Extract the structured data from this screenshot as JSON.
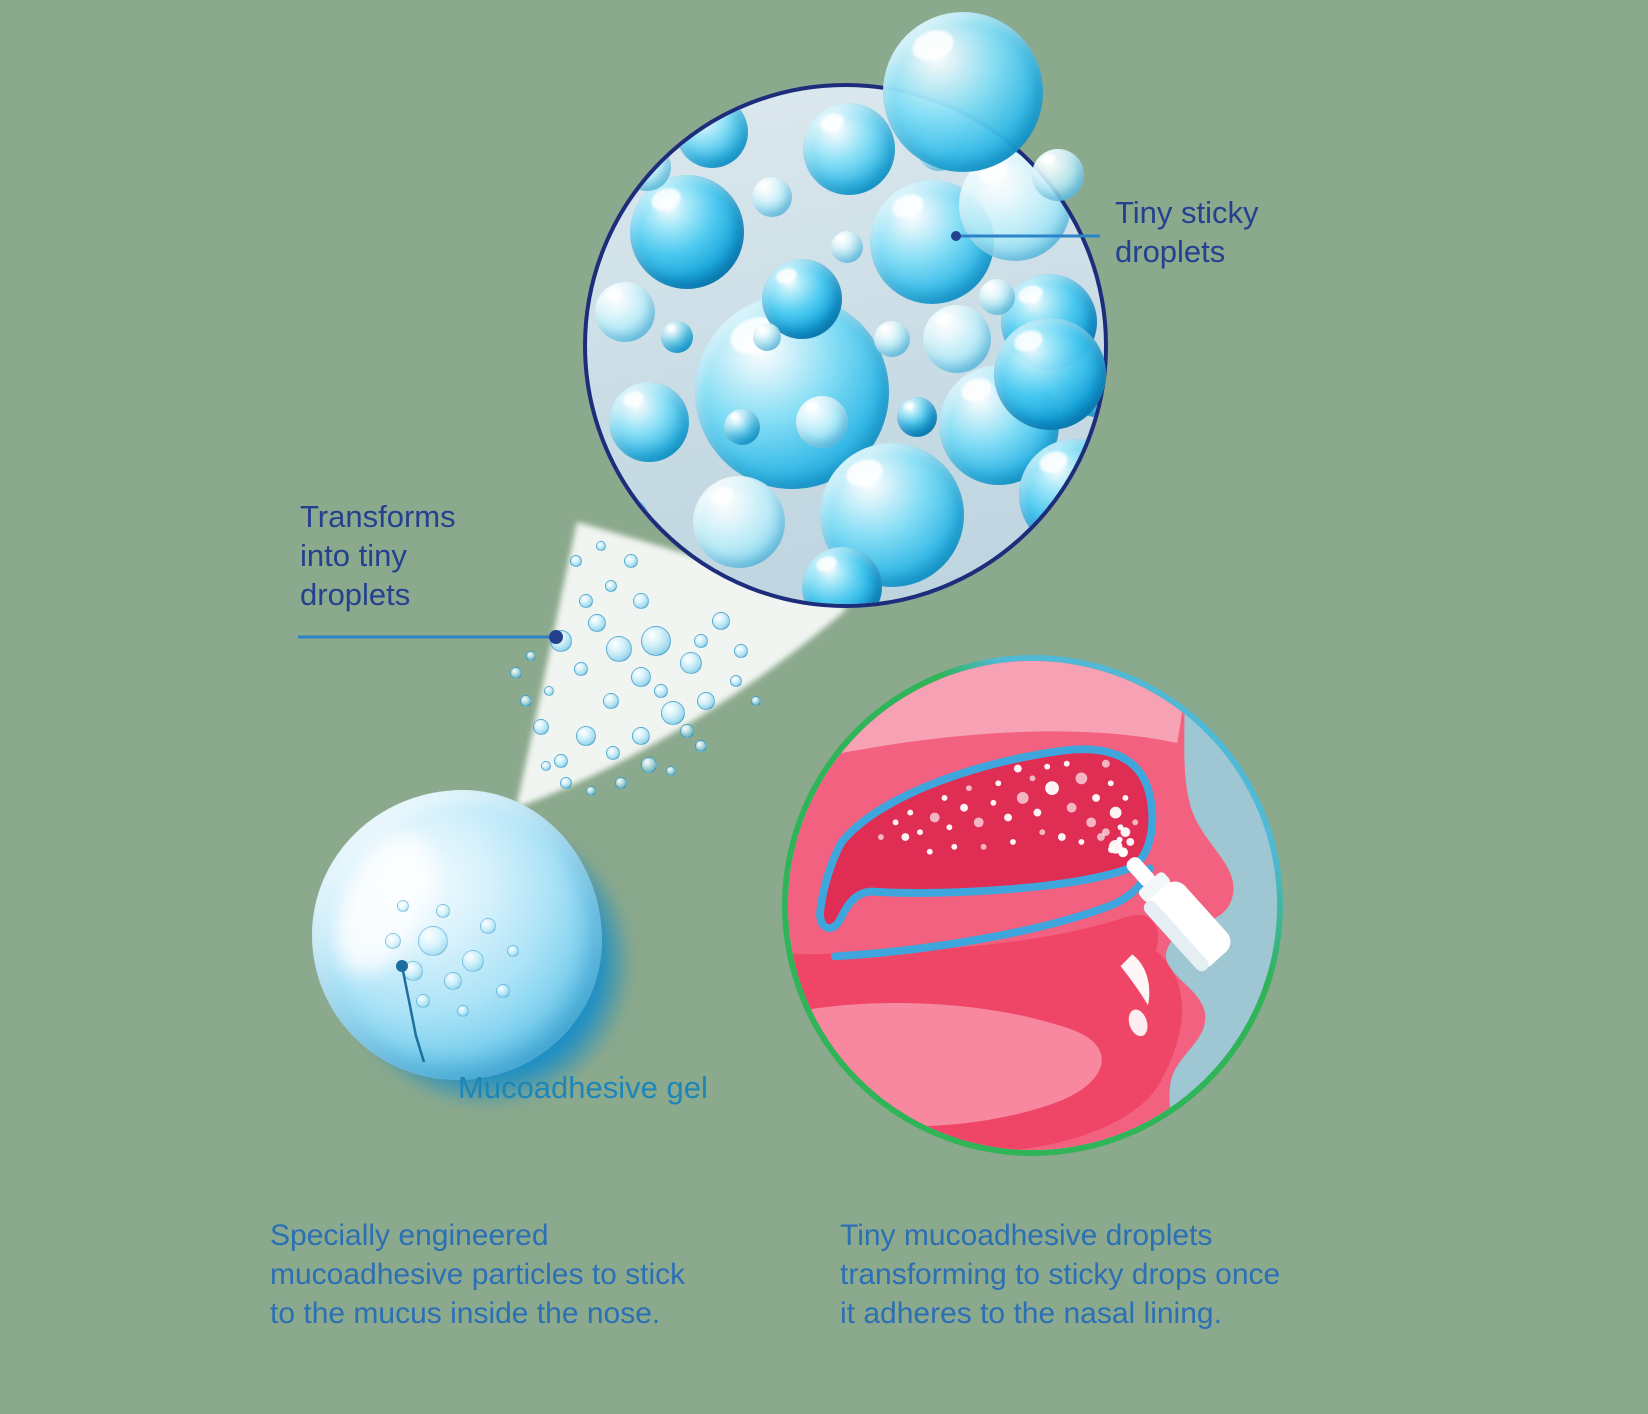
{
  "colors": {
    "background": "#8BA98C",
    "label_navy": "#24418F",
    "caption_blue": "#2B6FB5",
    "gel_label_teal": "#1D86B8",
    "line_blue": "#2D83C7",
    "top_circle_border": "#1D2D7C",
    "nose_ring_green": "#2FB457",
    "nose_ring_teal": "#4FB9D6"
  },
  "annotations": {
    "tiny_sticky_droplets": {
      "lines": [
        "Tiny sticky",
        "droplets"
      ]
    },
    "transforms_into_tiny_droplets": {
      "lines": [
        "Transforms",
        "into tiny",
        "droplets"
      ]
    },
    "mucoadhesive_gel": {
      "text": "Mucoadhesive gel"
    }
  },
  "captions": {
    "left": {
      "lines": [
        "Specially engineered",
        "mucoadhesive particles to stick",
        "to the mucus inside the nose."
      ]
    },
    "right": {
      "lines": [
        "Tiny mucoadhesive droplets",
        "transforming to sticky drops once",
        "it adheres to the nasal lining."
      ]
    }
  }
}
